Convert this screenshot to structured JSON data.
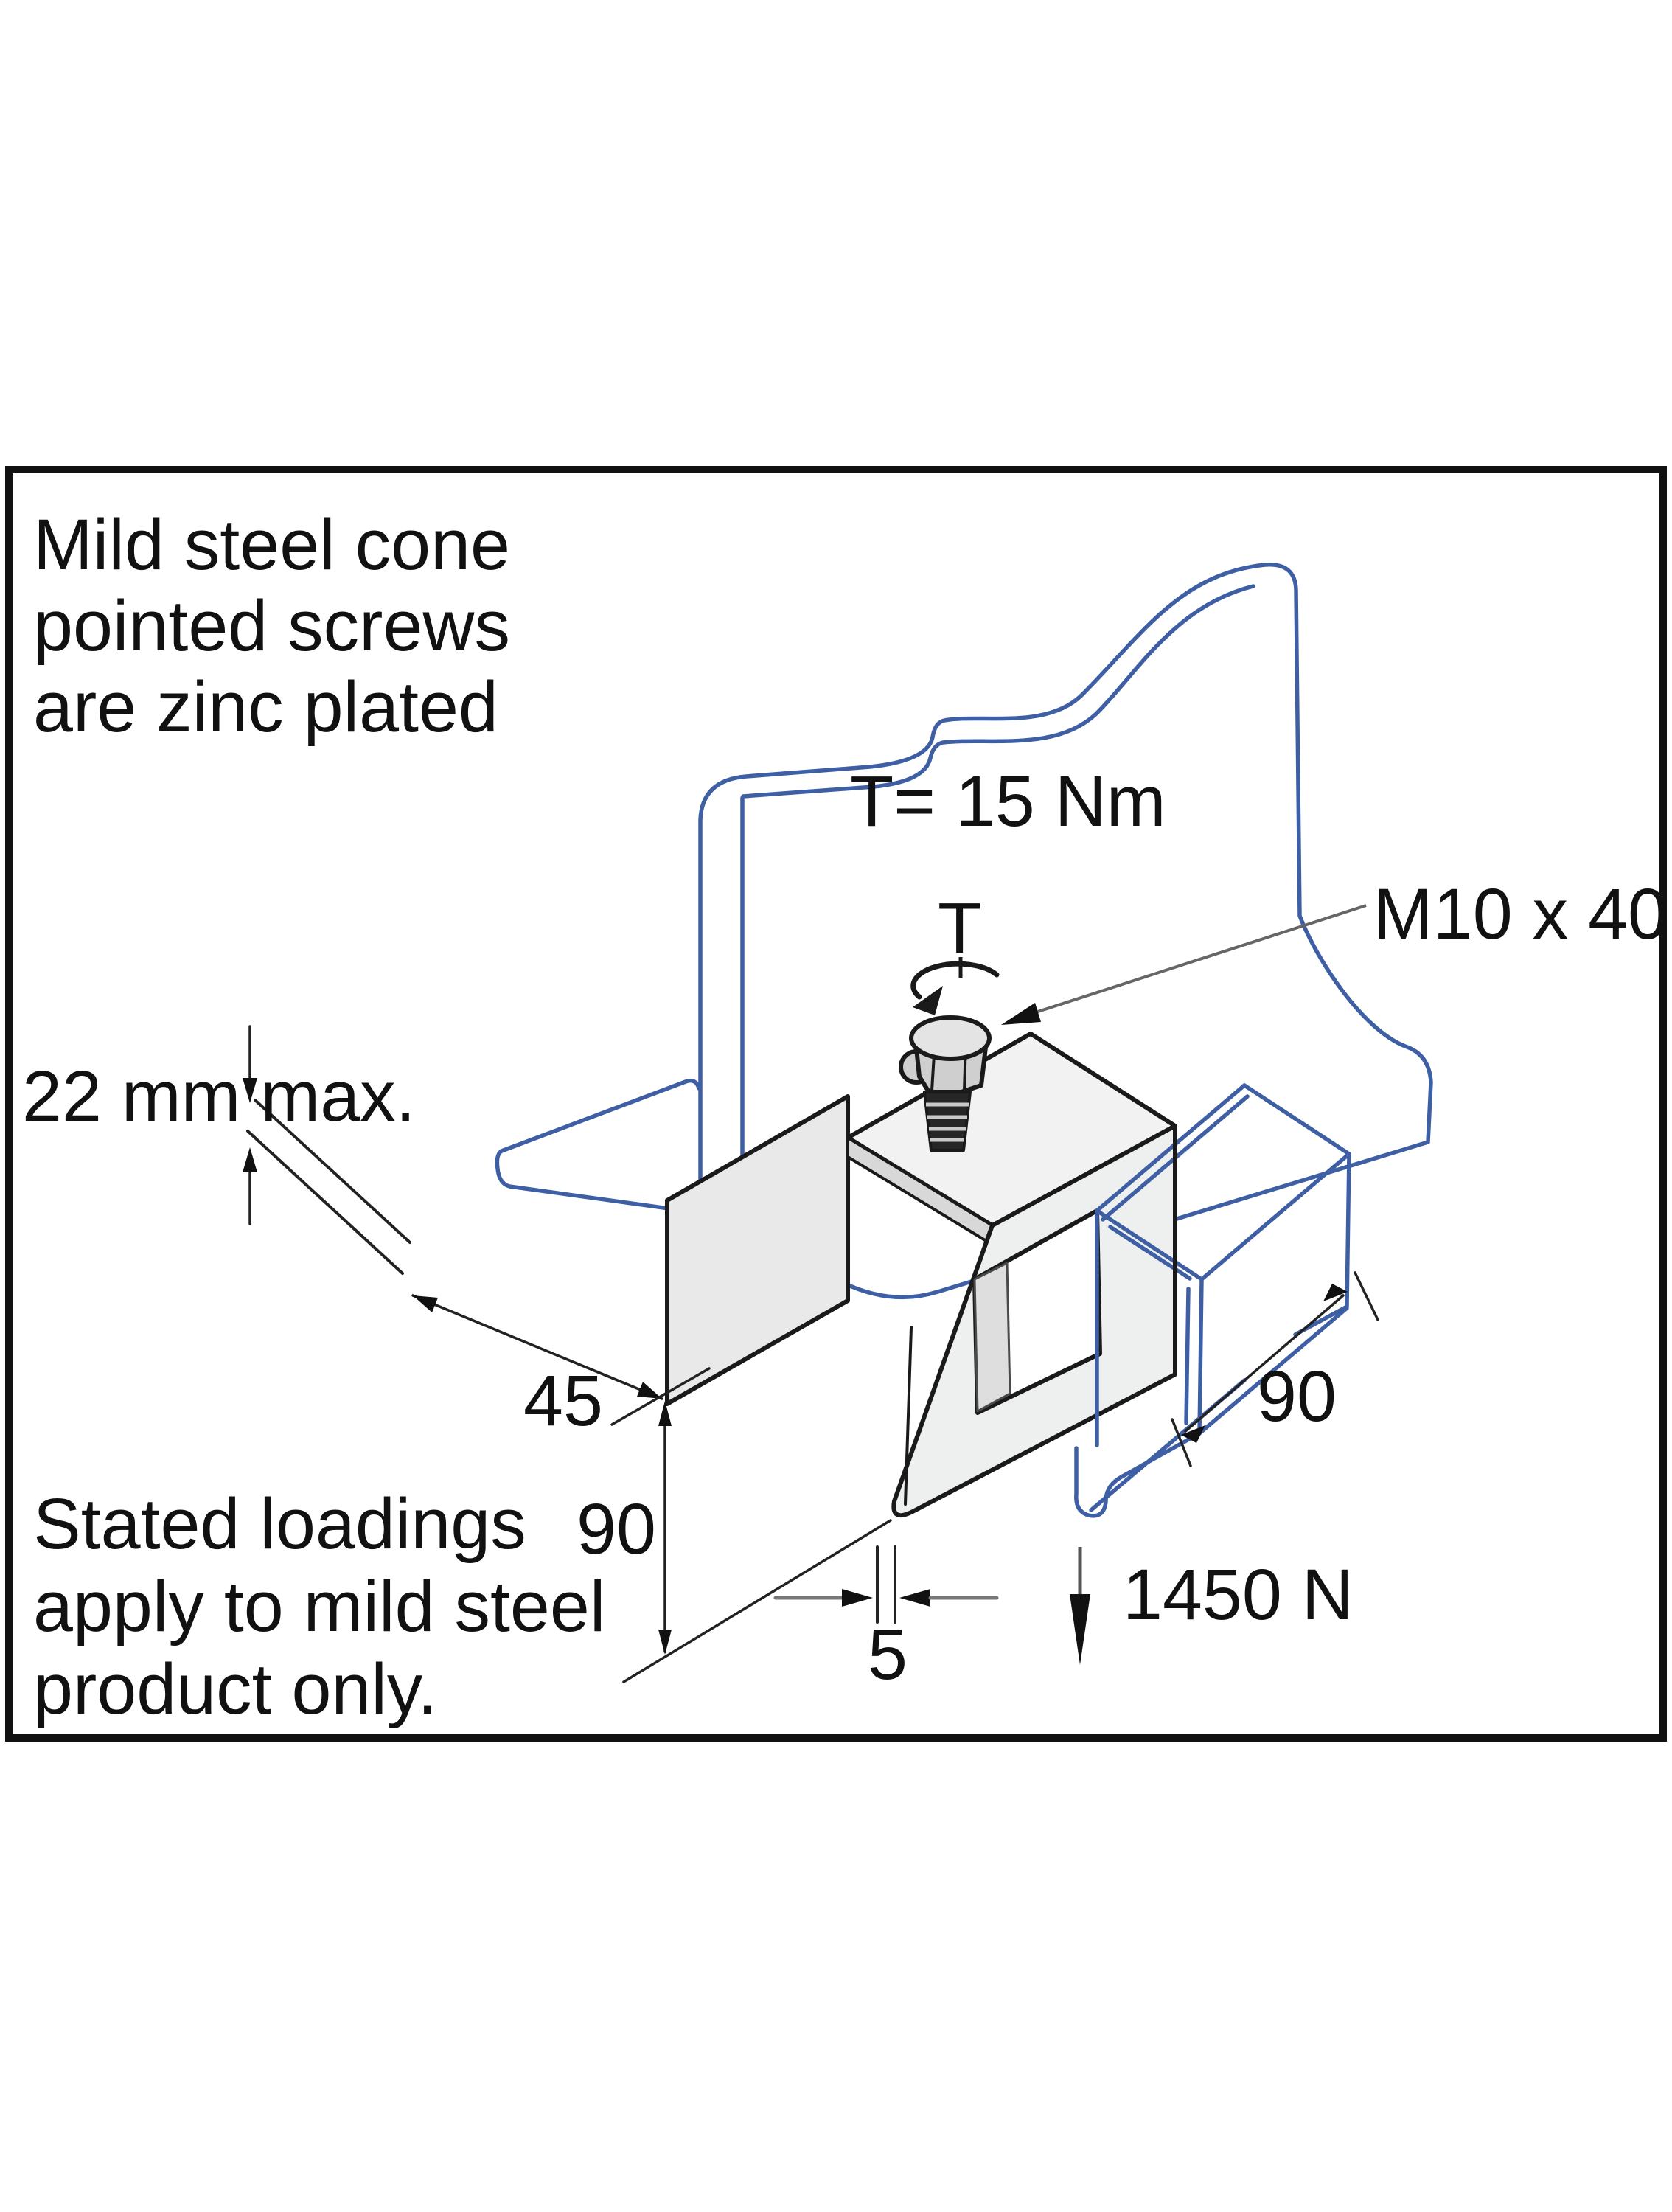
{
  "figure": {
    "note": [
      "Mild steel cone",
      "pointed screws",
      "are zinc plated"
    ],
    "torque_label": "T= 15 Nm",
    "torque_symbol": "T",
    "bolt_spec": "M10 x 40",
    "dim_flange_thickness": "22 mm max.",
    "dim_jaw_width": "45",
    "dim_height": "90",
    "dim_gap": "5",
    "dim_channel_length": "90",
    "load_rating": "1450 N",
    "statement": [
      "Stated loadings",
      "apply to mild steel",
      "product only."
    ],
    "colors": {
      "outline": "#1a1a1a",
      "steel_blue": "#3f5fa5",
      "metal_light": "#f0f0f0",
      "metal_mid": "#d8d8d8",
      "thread_dark": "#262626",
      "dim_gray": "#777777"
    }
  }
}
